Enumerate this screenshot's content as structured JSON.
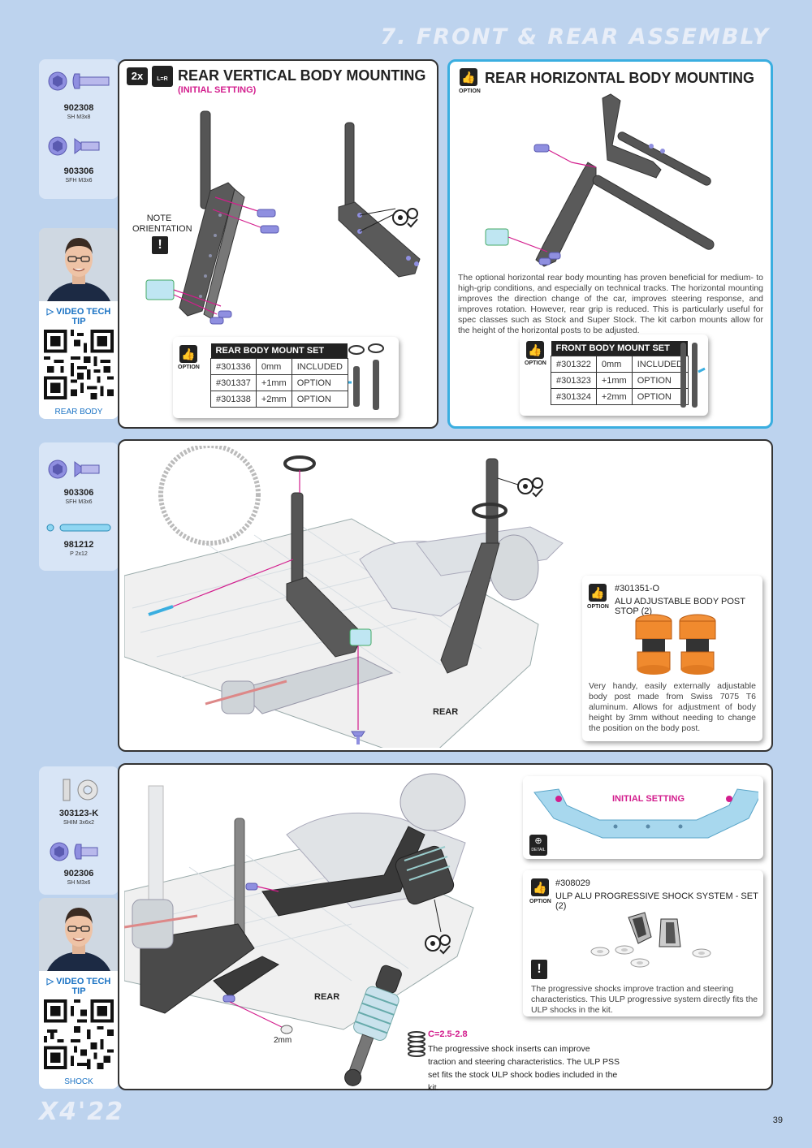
{
  "header": {
    "chapter": "7. FRONT & REAR ASSEMBLY"
  },
  "footer": {
    "brand": "X4'22",
    "page": "39"
  },
  "sidebar1": {
    "parts": [
      {
        "code": "902308",
        "desc": "SH M3x8"
      },
      {
        "code": "903306",
        "desc": "SFH M3x6"
      }
    ],
    "tip": {
      "label": "VIDEO TECH TIP",
      "title": "REAR BODY POST MOUNTING"
    }
  },
  "sidebar2": {
    "parts": [
      {
        "code": "903306",
        "desc": "SFH M3x6"
      },
      {
        "code": "981212",
        "desc": "P 2x12"
      }
    ]
  },
  "sidebar3": {
    "parts": [
      {
        "code": "303123-K",
        "desc": "SHIM 3x6x2"
      },
      {
        "code": "902306",
        "desc": "SH M3x6"
      }
    ],
    "tip": {
      "label": "VIDEO TECH TIP",
      "title": "SHOCK SHIMMING TUTORIAL"
    }
  },
  "panel_vertical": {
    "badge": "2x",
    "lr_badge": "L=R",
    "title": "REAR VERTICAL BODY MOUNTING",
    "subtitle": "(INITIAL SETTING)",
    "note": "NOTE ORIENTATION",
    "note_icon": "!",
    "option_label": "OPTION",
    "set": {
      "title": "REAR BODY MOUNT SET",
      "rows": [
        [
          "#301336",
          "0mm",
          "INCLUDED"
        ],
        [
          "#301337",
          "+1mm",
          "OPTION"
        ],
        [
          "#301338",
          "+2mm",
          "OPTION"
        ]
      ]
    }
  },
  "panel_horizontal": {
    "title": "REAR HORIZONTAL BODY MOUNTING",
    "option_label": "OPTION",
    "text": "The optional horizontal rear body mounting has proven beneficial for medium- to high-grip conditions, and especially on technical tracks. The horizontal mounting improves the direction change of the car, improves steering response, and improves rotation. However, rear grip is reduced. This is particularly useful for spec classes such as Stock and Super Stock. The kit carbon mounts allow for the height of the horizontal posts to be adjusted.",
    "set_option_label": "OPTION",
    "set": {
      "title": "FRONT BODY MOUNT SET",
      "rows": [
        [
          "#301322",
          "0mm",
          "INCLUDED"
        ],
        [
          "#301323",
          "+1mm",
          "OPTION"
        ],
        [
          "#301324",
          "+2mm",
          "OPTION"
        ]
      ]
    }
  },
  "panel_middle": {
    "rear_label": "REAR",
    "stop": {
      "code": "#301351-O",
      "name": "ALU ADJUSTABLE BODY POST STOP (2)",
      "option_label": "OPTION",
      "text": "Very handy, easily externally adjustable body post made from Swiss 7075 T6 aluminum. Allows for adjustment of body height by 3mm without needing to change the position on the body post."
    }
  },
  "panel_bottom": {
    "rear_label": "REAR",
    "shim_label": "2mm",
    "spring_label": "C=2.5-2.8",
    "spring_text": "The progressive shock inserts can improve traction and steering characteristics. The ULP PSS set fits the stock ULP shock bodies included in the kit.",
    "initial_setting": "INITIAL SETTING",
    "detail_label": "DETAIL",
    "ulp": {
      "code": "#308029",
      "name": "ULP ALU PROGRESSIVE SHOCK SYSTEM - SET (2)",
      "option_label": "OPTION",
      "warn_icon": "!",
      "text": "The progressive shocks improve traction and steering characteristics. This ULP progressive system directly fits the ULP shocks in the kit."
    }
  },
  "colors": {
    "accent": "#d31d8d",
    "link": "#1b73c4",
    "option_border": "#3aaee0",
    "page_bg": "#bdd3ee"
  }
}
